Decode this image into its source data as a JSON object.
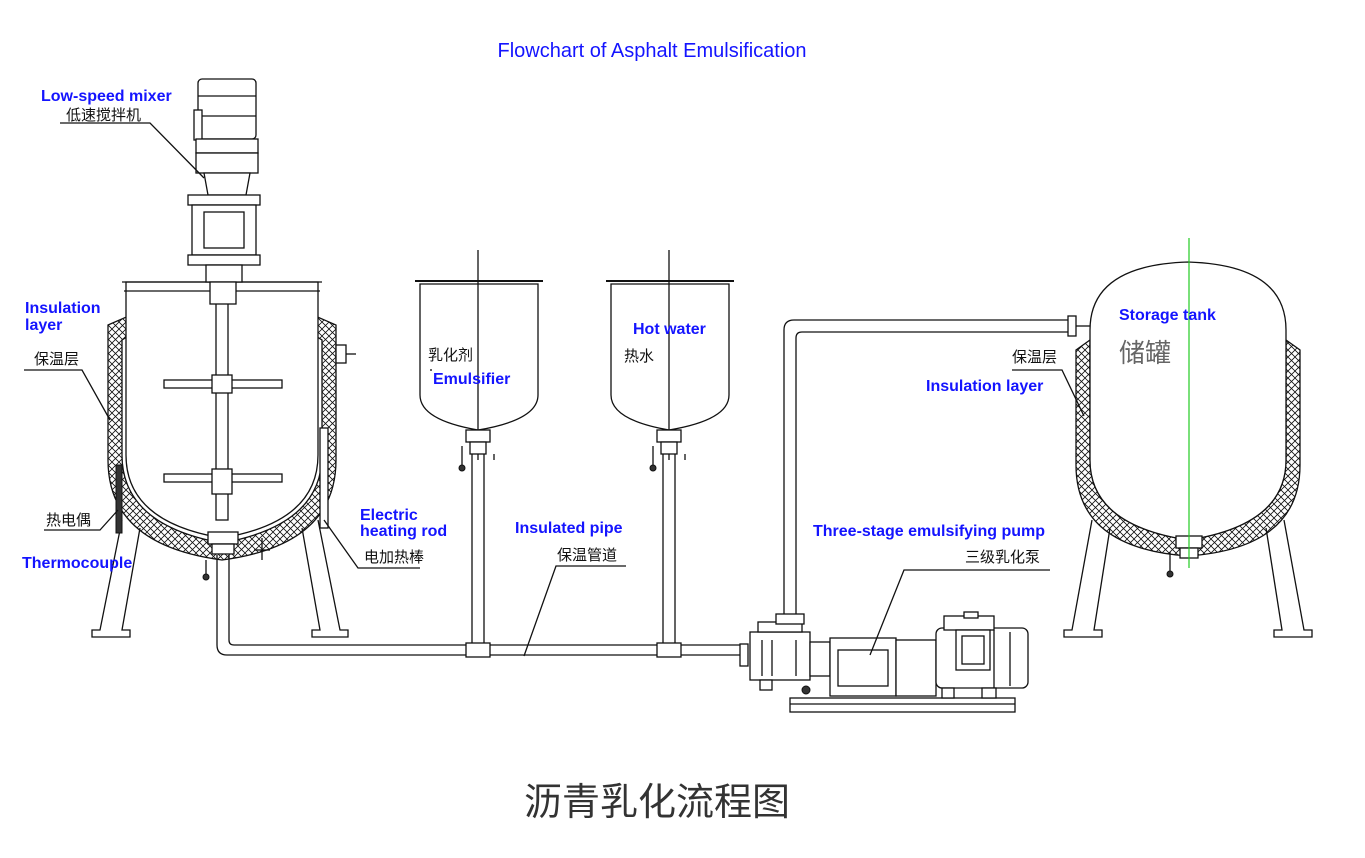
{
  "title": "Flowchart of Asphalt Emulsification",
  "caption": "沥青乳化流程图",
  "labels": {
    "low_speed_mixer_en": "Low-speed mixer",
    "low_speed_mixer_cn": "低速搅拌机",
    "insulation_left_en_1": "Insulation",
    "insulation_left_en_2": "layer",
    "insulation_left_cn": "保温层",
    "thermocouple_cn": "热电偶",
    "thermocouple_en": "Thermocouple",
    "heating_rod_en_1": "Electric",
    "heating_rod_en_2": "heating rod",
    "heating_rod_cn": "电加热棒",
    "emulsifier_cn": "乳化剂",
    "emulsifier_en": "Emulsifier",
    "hot_water_en": "Hot water",
    "hot_water_cn": "热水",
    "insulated_pipe_en": "Insulated pipe",
    "insulated_pipe_cn": "保温管道",
    "pump_en": "Three-stage emulsifying pump",
    "pump_cn": "三级乳化泵",
    "storage_tank_en": "Storage tank",
    "storage_tank_cn": "储罐",
    "insulation_right_cn": "保温层",
    "insulation_right_en": "Insulation layer"
  },
  "colors": {
    "label_blue": "#1414ff",
    "line": "#111111",
    "centerline_green": "#22cc22"
  }
}
